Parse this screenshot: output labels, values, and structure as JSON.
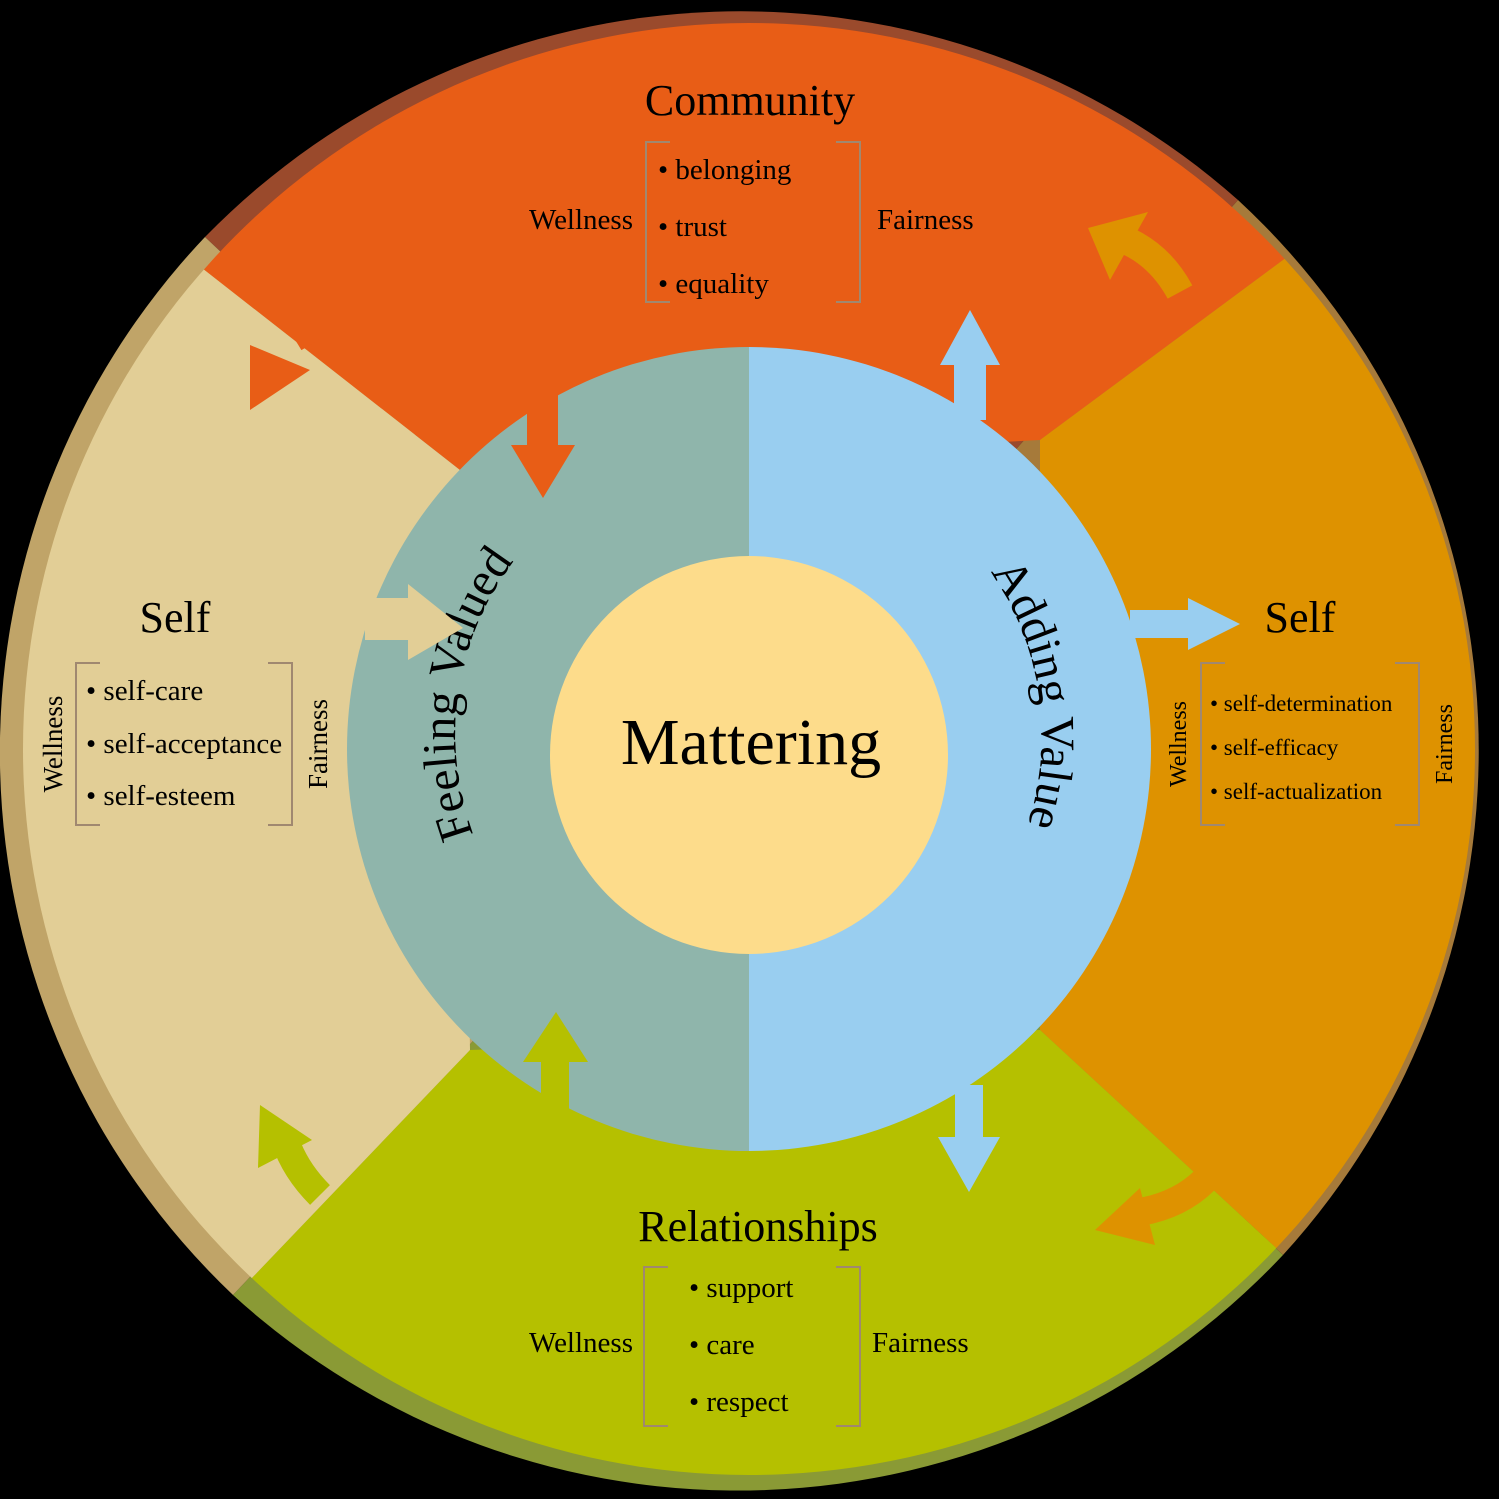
{
  "center": {
    "label": "Mattering"
  },
  "ring": {
    "left_label": "Feeling Valued",
    "right_label": "Adding Value"
  },
  "sections": {
    "community": {
      "title": "Community",
      "left": "Wellness",
      "right": "Fairness",
      "items": [
        "• belonging",
        "• trust",
        "• equality"
      ]
    },
    "self_left": {
      "title": "Self",
      "left": "Wellness",
      "right": "Fairness",
      "items": [
        "• self-care",
        "• self-acceptance",
        "• self-esteem"
      ]
    },
    "self_right": {
      "title": "Self",
      "left": "Wellness",
      "right": "Fairness",
      "items": [
        "• self-determination",
        "• self-efficacy",
        "• self-actualization"
      ]
    },
    "relationships": {
      "title": "Relationships",
      "left": "Wellness",
      "right": "Fairness",
      "items": [
        "• support",
        "• care",
        "• respect"
      ]
    }
  },
  "colors": {
    "community": "#E85D16",
    "community_rim": "#9A4A2C",
    "self_left": "#E2CE96",
    "self_left_rim": "#C0A468",
    "self_right": "#DE9200",
    "self_right_rim": "#A67A3A",
    "relationships": "#B5C000",
    "relationships_rim": "#8A9A35",
    "feeling_valued": "#8FB5AB",
    "adding_value": "#99CEF0",
    "center": "#FDDC8B",
    "bracket": "#A08870"
  }
}
